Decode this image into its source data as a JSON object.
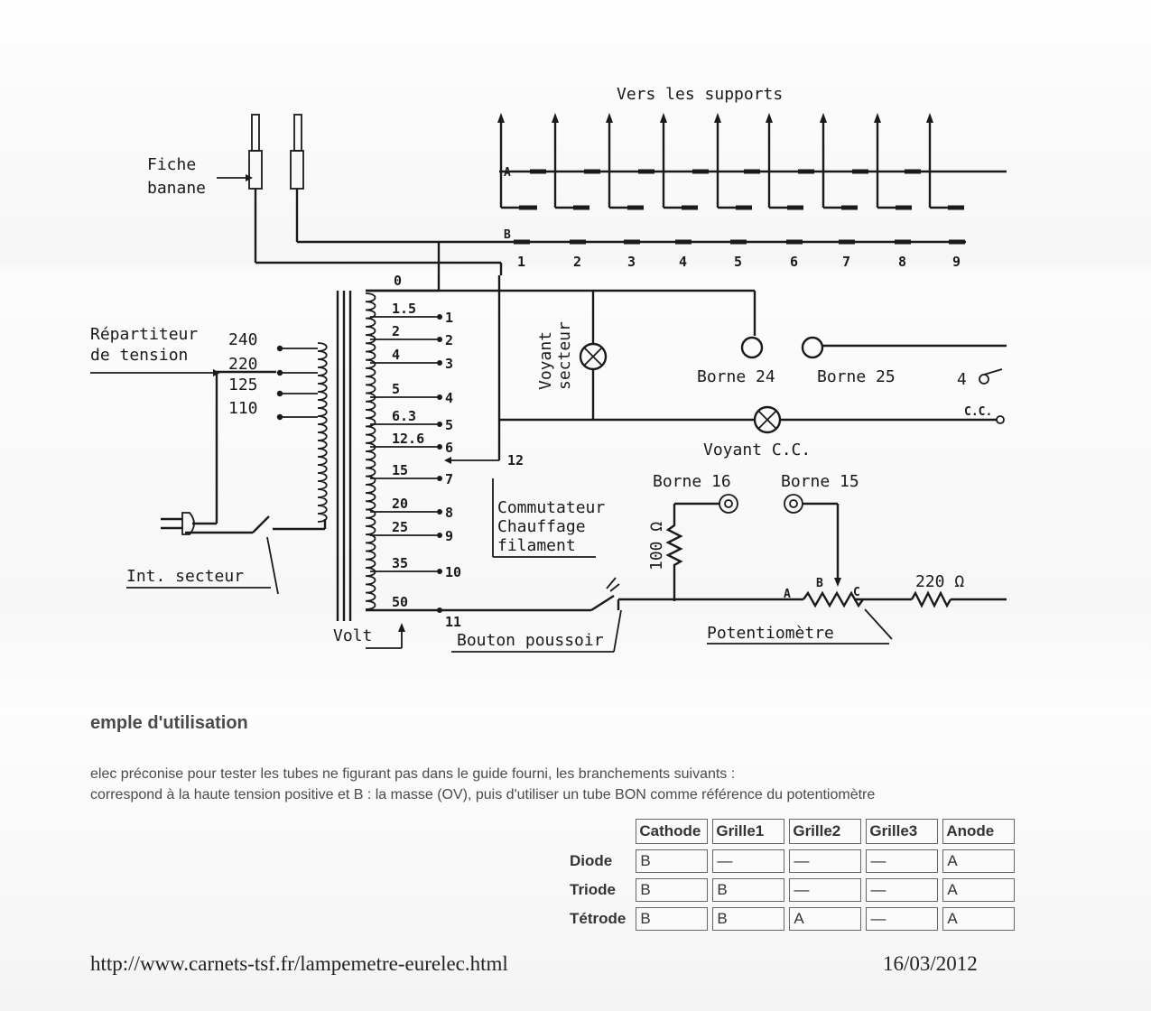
{
  "schematic": {
    "title": "Vers les supports",
    "fiche_line1": "Fiche",
    "fiche_line2": "banane",
    "repartiteur_line1": "Répartiteur",
    "repartiteur_line2": "de tension",
    "primary_taps": [
      "240",
      "220",
      "125",
      "110"
    ],
    "int_secteur": "Int. secteur",
    "zero_label": "0",
    "winding_voltages": [
      "1.5",
      "2",
      "4",
      "5",
      "6.3",
      "12.6",
      "15",
      "20",
      "25",
      "35",
      "50"
    ],
    "winding_numbers": [
      "1",
      "2",
      "3",
      "4",
      "5",
      "6",
      "7",
      "8",
      "9",
      "10",
      "11"
    ],
    "commutator_number": "12",
    "volt_label": "Volt",
    "commutateur_line1": "Commutateur",
    "commutateur_line2": "Chauffage",
    "commutateur_line3": "filament",
    "voyant_secteur_line1": "Voyant",
    "voyant_secteur_line2": "secteur",
    "borne_24": "Borne 24",
    "borne_25": "Borne 25",
    "borne_16": "Borne 16",
    "borne_15": "Borne 15",
    "voyant_cc": "Voyant C.C.",
    "cc_label": "C.C.",
    "four_label": "4",
    "bus_a": "A",
    "bus_b": "B",
    "support_numbers": [
      "1",
      "2",
      "3",
      "4",
      "5",
      "6",
      "7",
      "8",
      "9"
    ],
    "resistor_100": "100 Ω",
    "resistor_220": "220 Ω",
    "pot_a": "A",
    "pot_b": "B",
    "pot_c": "C",
    "bouton_poussoir": "Bouton poussoir",
    "potentiometre": "Potentiomètre"
  },
  "usage": {
    "section_title": "emple d'utilisation",
    "intro_line1": "elec préconise pour tester les tubes ne figurant pas dans le guide fourni, les branchements suivants :",
    "intro_line2": "correspond à la haute tension positive et B : la masse (OV), puis d'utiliser un tube BON comme référence du potentiomètre",
    "columns": [
      "Cathode",
      "Grille1",
      "Grille2",
      "Grille3",
      "Anode"
    ],
    "rows": [
      {
        "label": "Diode",
        "cells": [
          "B",
          "—",
          "—",
          "—",
          "A"
        ]
      },
      {
        "label": "Triode",
        "cells": [
          "B",
          "B",
          "—",
          "—",
          "A"
        ]
      },
      {
        "label": "Tétrode",
        "cells": [
          "B",
          "B",
          "A",
          "—",
          "A"
        ]
      }
    ]
  },
  "footer": {
    "url": "http://www.carnets-tsf.fr/lampemetre-eurelec.html",
    "date": "16/03/2012"
  }
}
